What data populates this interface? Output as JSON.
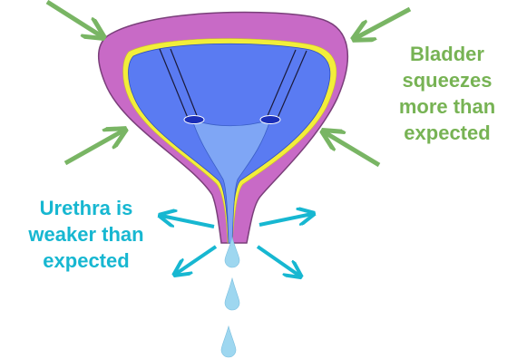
{
  "colors": {
    "outer_wall": "#c86ac6",
    "wall_outline": "#7a3f7a",
    "lining": "#f2ee3a",
    "interior": "#5a7bf2",
    "trigone": "#7fa6f5",
    "drop": "#9ed7f0",
    "green_text": "#77b354",
    "green_arrow": "#79b564",
    "cyan": "#17b7d1"
  },
  "labels": {
    "bladder": {
      "lines": [
        "Bladder",
        "squeezes",
        "more than",
        "expected"
      ]
    },
    "urethra": {
      "lines": [
        "Urethra is",
        "weaker than",
        "expected"
      ]
    }
  },
  "icons": {
    "squeeze_arrow": "arrow-inward-icon",
    "leak_arrow": "arrow-outward-icon",
    "drop": "water-drop-icon"
  }
}
